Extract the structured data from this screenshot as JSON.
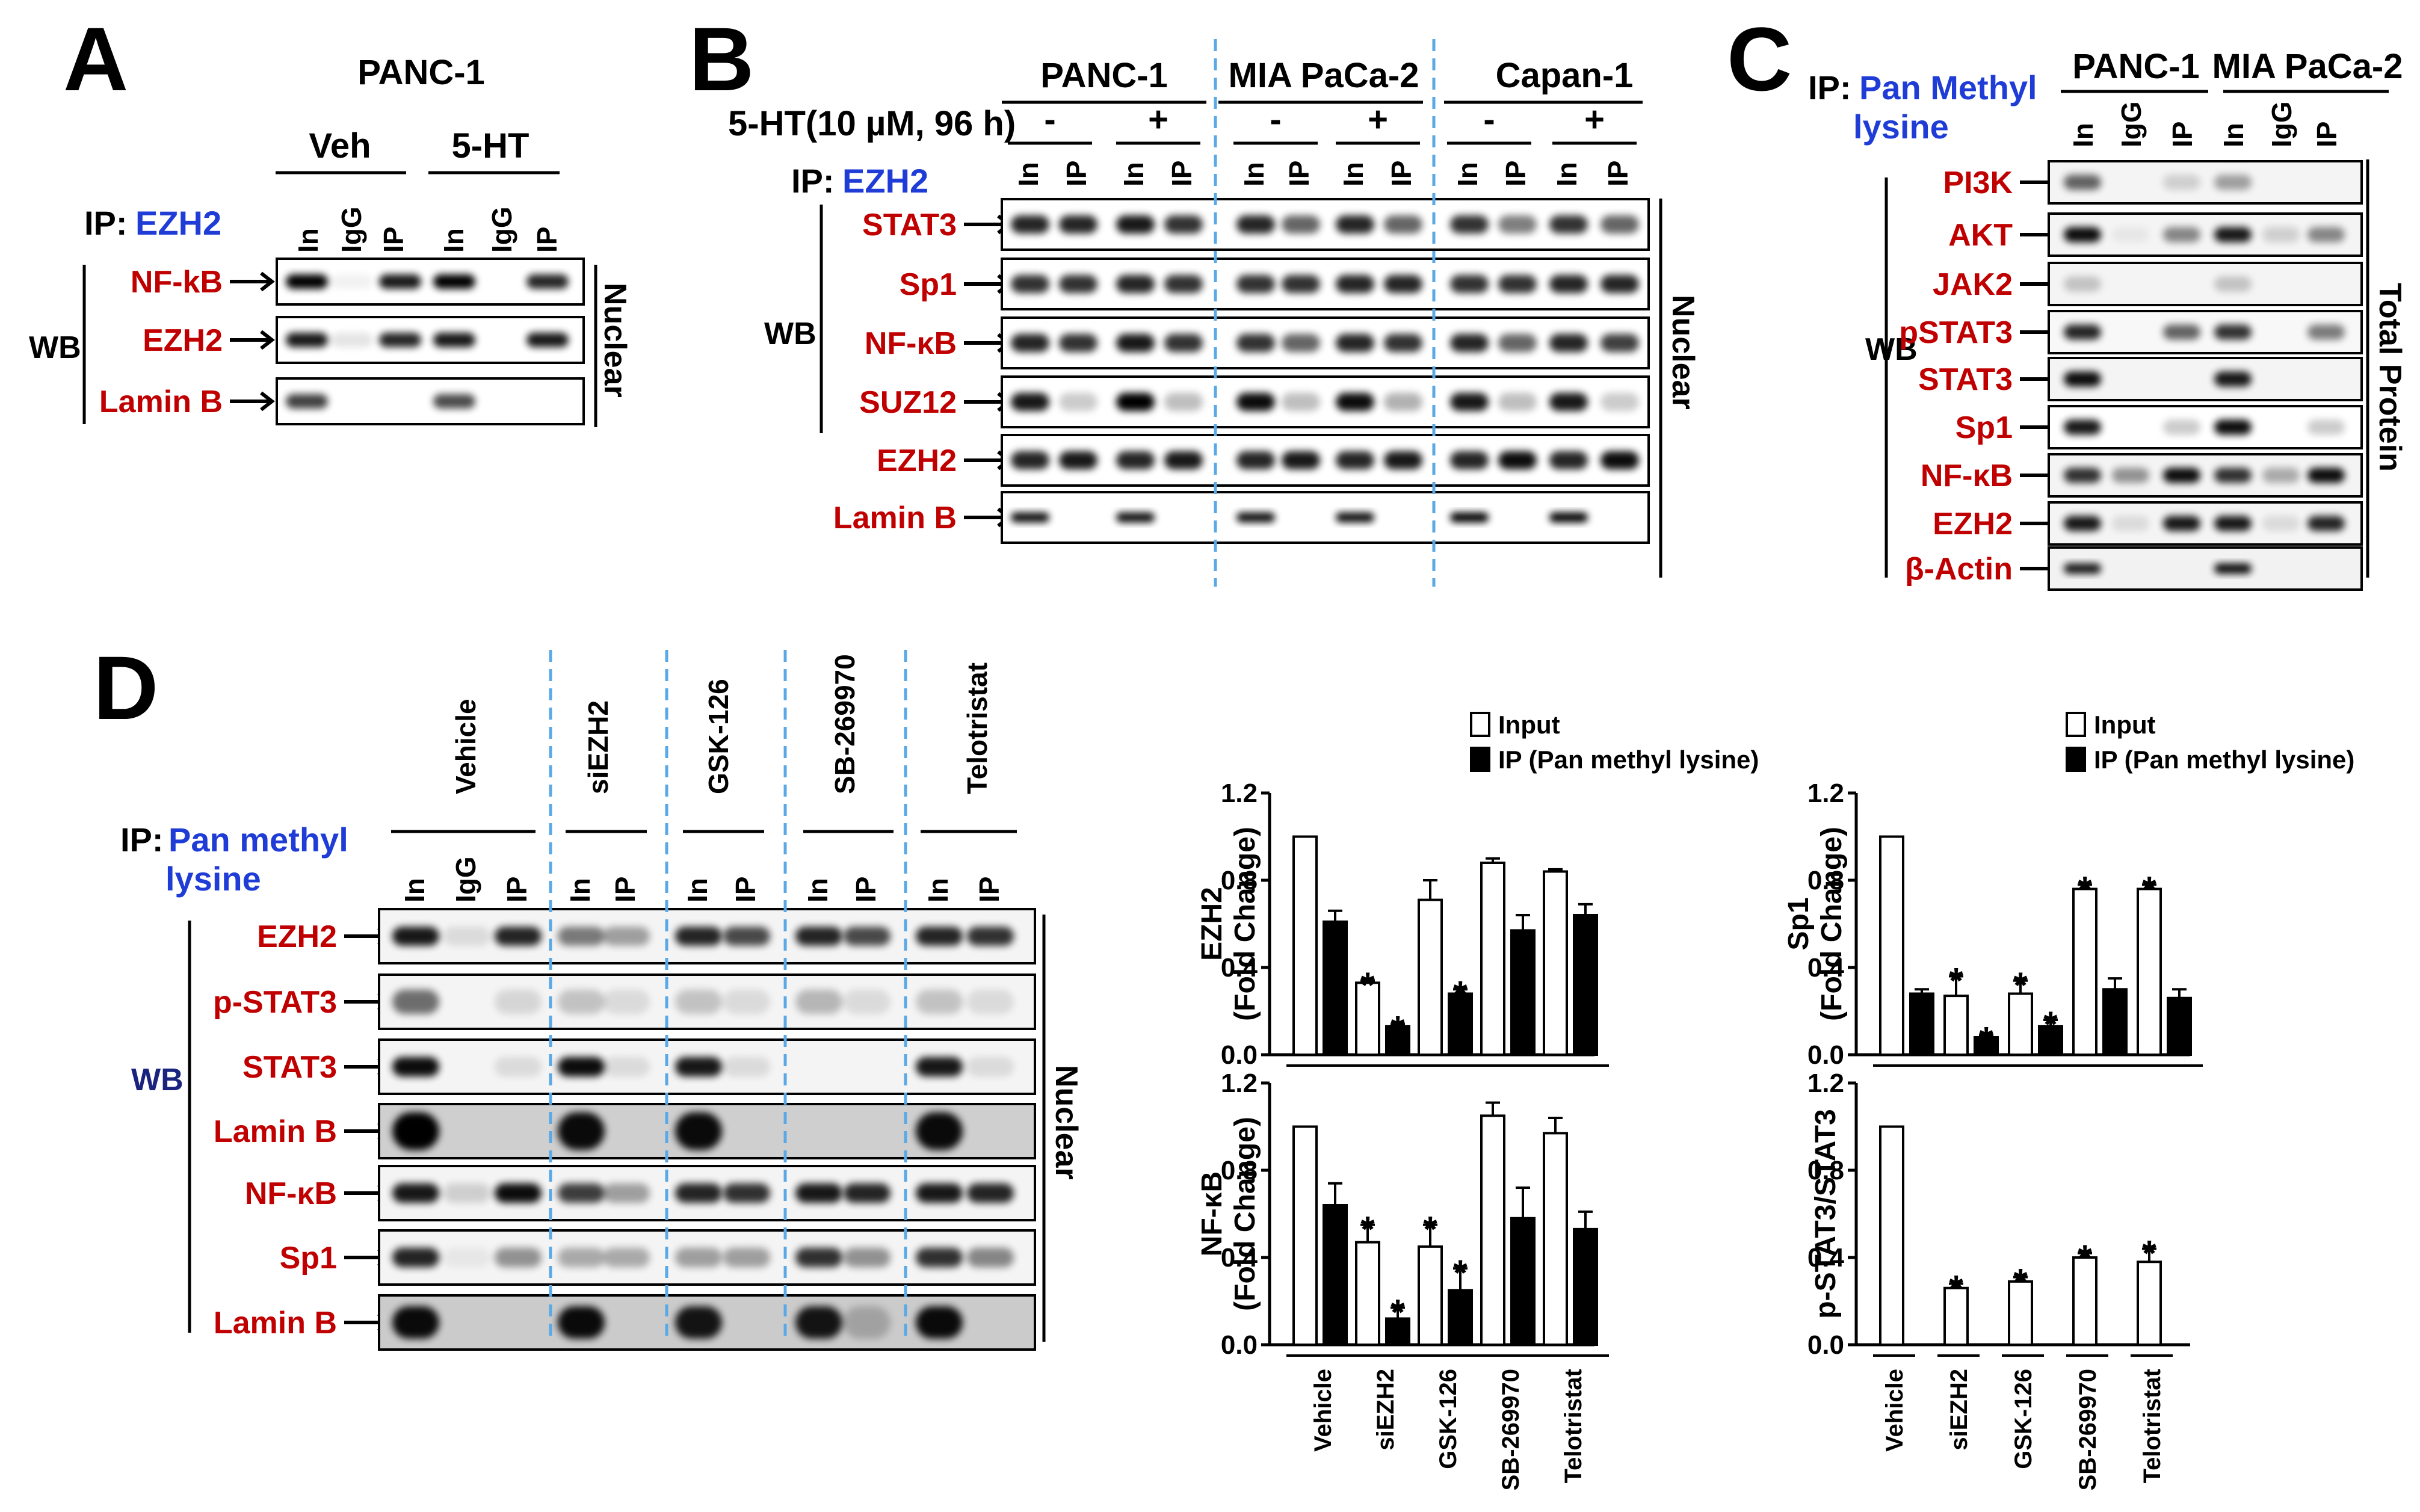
{
  "colors": {
    "protein_label": "#c00000",
    "ip_label": "#1f3dd6",
    "divider": "#5aa9e6"
  },
  "panelA": {
    "letter": "A",
    "cell_line": "PANC-1",
    "groups": [
      "Veh",
      "5-HT"
    ],
    "ip_prefix": "IP:",
    "ip_target": "EZH2",
    "lanes": [
      "In",
      "IgG",
      "IP",
      "In",
      "IgG",
      "IP"
    ],
    "wb": "WB",
    "proteins": [
      "NF-kB",
      "EZH2",
      "Lamin B"
    ],
    "fraction": "Nuclear"
  },
  "panelB": {
    "letter": "B",
    "cell_lines": [
      "PANC-1",
      "MIA PaCa-2",
      "Capan-1"
    ],
    "treatment_label": "5-HT(10 µM, 96 h)",
    "treatment_signs": [
      "-",
      "+",
      "-",
      "+",
      "-",
      "+"
    ],
    "ip_prefix": "IP:",
    "ip_target": "EZH2",
    "lanes": [
      "In",
      "IP",
      "In",
      "IP",
      "In",
      "IP",
      "In",
      "IP",
      "In",
      "IP",
      "In",
      "IP"
    ],
    "wb": "WB",
    "proteins": [
      "STAT3",
      "Sp1",
      "NF-κB",
      "SUZ12",
      "EZH2",
      "Lamin B"
    ],
    "fraction": "Nuclear"
  },
  "panelC": {
    "letter": "C",
    "ip_prefix": "IP:",
    "ip_target_line1": "Pan Methyl",
    "ip_target_line2": "lysine",
    "cell_lines": [
      "PANC-1",
      "MIA PaCa-2"
    ],
    "lanes": [
      "In",
      "IgG",
      "IP",
      "In",
      "IgG",
      "IP"
    ],
    "wb": "WB",
    "proteins": [
      "PI3K",
      "AKT",
      "JAK2",
      "pSTAT3",
      "STAT3",
      "Sp1",
      "NF-κB",
      "EZH2",
      "β-Actin"
    ],
    "fraction": "Total Protein"
  },
  "panelD": {
    "letter": "D",
    "ip_prefix": "IP:",
    "ip_target_line1": "Pan methyl",
    "ip_target_line2": "lysine",
    "treatments": [
      "Vehicle",
      "siEZH2",
      "GSK-126",
      "SB-269970",
      "Telotristat"
    ],
    "lanes": [
      "In",
      "IgG",
      "IP",
      "In",
      "IP",
      "In",
      "IP",
      "In",
      "IP",
      "In",
      "IP"
    ],
    "wb": "WB",
    "proteins": [
      "EZH2",
      "p-STAT3",
      "STAT3",
      "Lamin B",
      "NF-κB",
      "Sp1",
      "Lamin B"
    ],
    "fraction": "Nuclear"
  },
  "chart_data": [
    {
      "type": "bar",
      "ylabel_line1": "EZH2",
      "ylabel_line2": "(Fold Change)",
      "ylim": [
        0,
        1.2
      ],
      "yticks": [
        "0.0",
        "0.4",
        "0.8",
        "1.2"
      ],
      "categories": [
        "Vehicle",
        "siEZH2",
        "GSK-126",
        "SB-269970",
        "Telotristat"
      ],
      "series": [
        {
          "name": "Input",
          "values": [
            1.0,
            0.33,
            0.71,
            0.88,
            0.84
          ],
          "errors": [
            0,
            0.01,
            0.09,
            0.02,
            0.01
          ],
          "stars": [
            false,
            true,
            false,
            false,
            false
          ]
        },
        {
          "name": "IP (Pan methyl lysine)",
          "values": [
            0.61,
            0.13,
            0.28,
            0.57,
            0.64
          ],
          "errors": [
            0.05,
            0.01,
            0.02,
            0.07,
            0.05
          ],
          "stars": [
            false,
            true,
            true,
            false,
            false
          ]
        }
      ],
      "legend": [
        "Input",
        "IP (Pan methyl lysine)"
      ],
      "show_category_labels": false
    },
    {
      "type": "bar",
      "ylabel_line1": "NF-κB",
      "ylabel_line2": "(Fold Change)",
      "ylim": [
        0,
        1.2
      ],
      "yticks": [
        "0.0",
        "0.4",
        "0.8",
        "1.2"
      ],
      "categories": [
        "Vehicle",
        "siEZH2",
        "GSK-126",
        "SB-269970",
        "Telotristat"
      ],
      "series": [
        {
          "name": "Input",
          "values": [
            1.0,
            0.47,
            0.45,
            1.05,
            0.97
          ],
          "errors": [
            0,
            0.08,
            0.1,
            0.06,
            0.07
          ],
          "stars": [
            false,
            true,
            true,
            false,
            false
          ]
        },
        {
          "name": "IP (Pan methyl lysine)",
          "values": [
            0.64,
            0.12,
            0.25,
            0.58,
            0.53
          ],
          "errors": [
            0.1,
            0.05,
            0.1,
            0.14,
            0.08
          ],
          "stars": [
            false,
            true,
            true,
            false,
            false
          ]
        }
      ],
      "show_category_labels": true
    },
    {
      "type": "bar",
      "ylabel_line1": "Sp1",
      "ylabel_line2": "(Fold Change)",
      "ylim": [
        0,
        1.2
      ],
      "yticks": [
        "0.0",
        "0.4",
        "0.8",
        "1.2"
      ],
      "categories": [
        "Vehicle",
        "siEZH2",
        "GSK-126",
        "SB-269970",
        "Telotristat"
      ],
      "series": [
        {
          "name": "Input",
          "values": [
            1.0,
            0.27,
            0.28,
            0.76,
            0.76
          ],
          "errors": [
            0,
            0.09,
            0.06,
            0.02,
            0.02
          ],
          "stars": [
            false,
            true,
            true,
            true,
            true
          ]
        },
        {
          "name": "IP (Pan methyl lysine)",
          "values": [
            0.28,
            0.08,
            0.13,
            0.3,
            0.26
          ],
          "errors": [
            0.02,
            0.01,
            0.03,
            0.05,
            0.04
          ],
          "stars": [
            false,
            true,
            true,
            false,
            false
          ]
        }
      ],
      "legend": [
        "Input",
        "IP (Pan methyl lysine)"
      ],
      "show_category_labels": false
    },
    {
      "type": "bar",
      "ylabel_line1": "p-STAT3/STAT3",
      "ylabel_line2": "",
      "ylim": [
        0,
        1.2
      ],
      "yticks": [
        "0.0",
        "0.4",
        "0.8",
        "1.2"
      ],
      "categories": [
        "Vehicle",
        "siEZH2",
        "GSK-126",
        "SB-269970",
        "Telotristat"
      ],
      "series": [
        {
          "name": "Input",
          "values": [
            1.0,
            0.26,
            0.29,
            0.4,
            0.38
          ],
          "errors": [
            0,
            0.02,
            0.02,
            0.02,
            0.06
          ],
          "stars": [
            false,
            true,
            true,
            true,
            true
          ]
        }
      ],
      "show_category_labels": true
    }
  ]
}
